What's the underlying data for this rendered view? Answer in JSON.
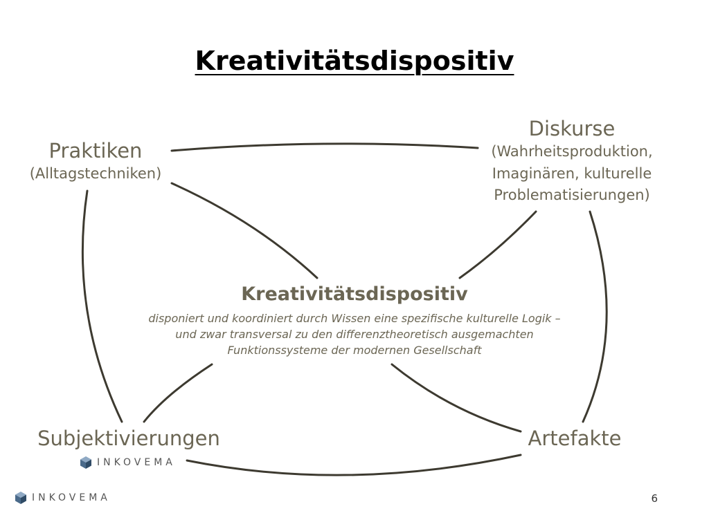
{
  "slide": {
    "title": "Kreativitätsdispositiv",
    "page_number": "6"
  },
  "nodes": {
    "praktiken": {
      "label": "Praktiken",
      "sublabel": "(Alltagstechniken)"
    },
    "diskurse": {
      "label": "Diskurse",
      "sublabel_lines": [
        "(Wahrheitsproduktion,",
        "Imaginären, kulturelle",
        "Problematisierungen)"
      ]
    },
    "subjektivierungen": {
      "label": "Subjektivierungen"
    },
    "artefakte": {
      "label": "Artefakte"
    }
  },
  "center": {
    "title": "Kreativitätsdispositiv",
    "description_lines": [
      "disponiert und koordiniert durch Wissen eine spezifische kulturelle Logik –",
      "und zwar transversal zu den differenztheoretisch ausgemachten",
      "Funktionssysteme der modernen Gesellschaft"
    ]
  },
  "branding": {
    "logo_text": "INKOVEMA",
    "logo_icon": "cube-icon",
    "logo_color": "#4a6a8a"
  },
  "colors": {
    "node_text": "#6b6654",
    "line": "#3d3a30"
  }
}
